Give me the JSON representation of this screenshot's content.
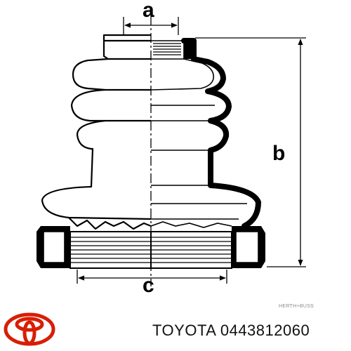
{
  "diagram": {
    "dimension_labels": {
      "a": "a",
      "b": "b",
      "c": "c"
    },
    "watermark": "HERTH+BUSS"
  },
  "footer": {
    "brand": "TOYOTA",
    "part_number": "0443812060",
    "logo_icon": "toyota-logo-icon",
    "logo_color": "#d81e05"
  }
}
